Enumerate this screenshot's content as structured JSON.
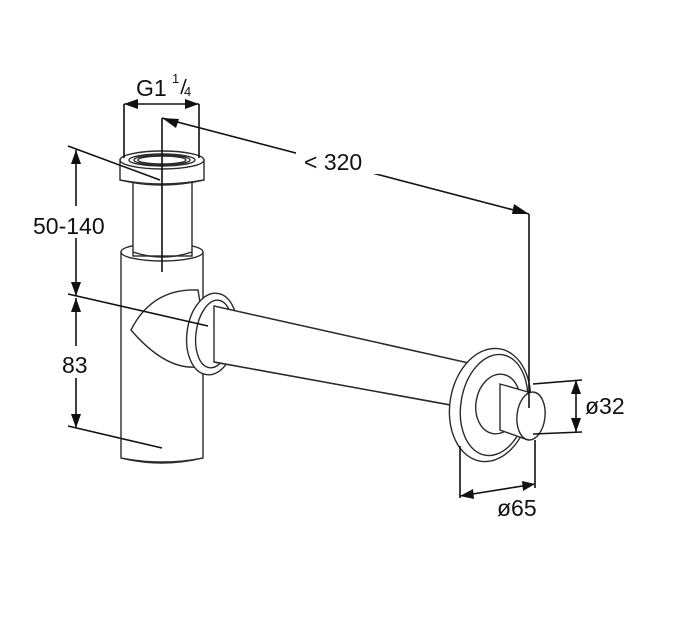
{
  "product": {
    "name": "bottle-trap"
  },
  "dimensions": {
    "thread": {
      "prefix": "G1",
      "numerator": "1",
      "denominator": "4"
    },
    "length": "< 320",
    "height_range": "50-140",
    "height": "83",
    "pipe_diameter": "ø32",
    "rosette_diameter": "ø65"
  },
  "colors": {
    "line": "#2b2b2b",
    "text": "#111111",
    "background": "#ffffff"
  }
}
